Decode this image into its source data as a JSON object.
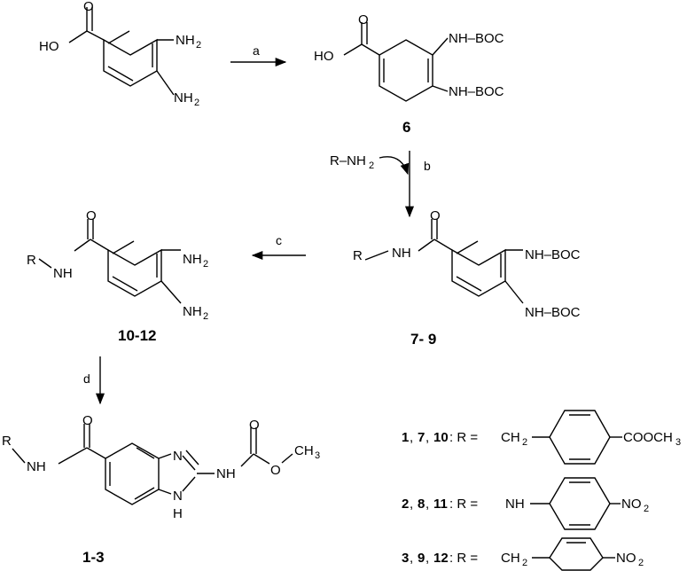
{
  "steps": {
    "a": "a",
    "b": "b",
    "c": "c",
    "d": "d"
  },
  "compounds": {
    "c6": "6",
    "c79": "7- 9",
    "c1012": "10-12",
    "c13": "1-3"
  },
  "labels": {
    "ho": "HO",
    "o": "O",
    "nh": "NH",
    "n": "N",
    "h": "H",
    "nh2_main": "NH",
    "sub2": "2",
    "nhboc": "NH–BOC",
    "r": "R",
    "r_nh2": "R–NH",
    "ch3": "CH",
    "sub3": "3",
    "ch2": "CH",
    "cooch3": "COOCH",
    "no2": "NO",
    "eq": ": R ="
  },
  "legend": [
    {
      "nums": [
        "1",
        "7",
        "10"
      ],
      "group": "CH2",
      "substituent": "COOCH3"
    },
    {
      "nums": [
        "2",
        "8",
        "11"
      ],
      "group": "NH",
      "substituent": "NO2"
    },
    {
      "nums": [
        "3",
        "9",
        "12"
      ],
      "group": "CH2",
      "substituent": "NO2"
    }
  ]
}
